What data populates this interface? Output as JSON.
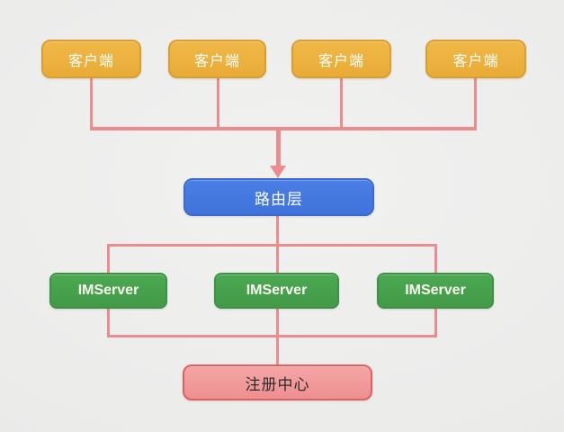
{
  "diagram": {
    "type": "architecture-flow",
    "background": "#ebebea",
    "connectors": {
      "color": "#ec8c8e",
      "arrow_target": "router"
    },
    "nodes": {
      "clients": {
        "label": "客户端",
        "count": 4,
        "fill": "#edb23e",
        "border": "#d89e2e",
        "text_color": "#ffffff"
      },
      "router": {
        "label": "路由层",
        "count": 1,
        "fill": "#4478df",
        "border": "#3a6ace",
        "text_color": "#ffffff"
      },
      "servers": {
        "label": "IMServer",
        "count": 3,
        "fill": "#47a24e",
        "border": "#3e9145",
        "text_color": "#fbfbef"
      },
      "registry": {
        "label": "注册中心",
        "count": 1,
        "fill": "#f19c9d",
        "border": "#e06061",
        "text_color": "#2b2b2b"
      }
    },
    "flow": [
      "clients -> router",
      "router -> servers",
      "servers -> registry"
    ]
  }
}
